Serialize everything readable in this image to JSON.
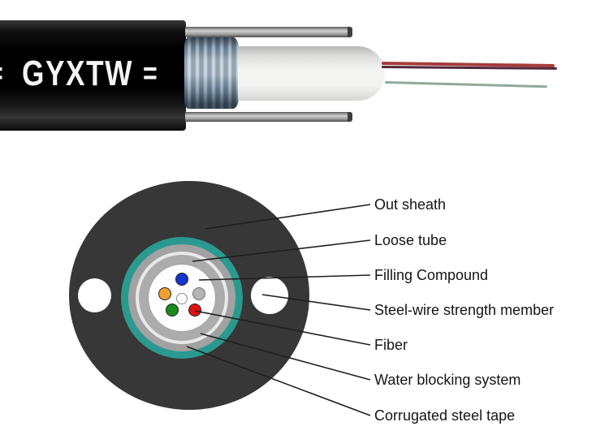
{
  "photo": {
    "marking_left": "=",
    "marking": "GYXTW",
    "marking_right": "="
  },
  "diagram": {
    "labels": [
      "Out sheath",
      "Loose tube",
      "Filling Compound",
      "Steel-wire strength member",
      "Fiber",
      "Water blocking system",
      "Corrugated steel tape"
    ]
  },
  "cross_section": {
    "fiber_dot_colors": [
      "#1535cc",
      "#f0a030",
      "#b4b4b4",
      "#1a8a1a",
      "#dd1111"
    ],
    "center_dot_color": "#ffffff"
  },
  "colors": {
    "jacket_black": "#0a0a0a",
    "sheath_black": "#373737",
    "corrugated_tape_teal": "#2a9a90",
    "ring_gray": "#a2a2a2",
    "tube_white": "#f4f4f2",
    "fiber_strand_red": "#a63b3b",
    "fiber_strand_maroon": "#54273a",
    "fiber_strand_green": "#93a89a"
  }
}
